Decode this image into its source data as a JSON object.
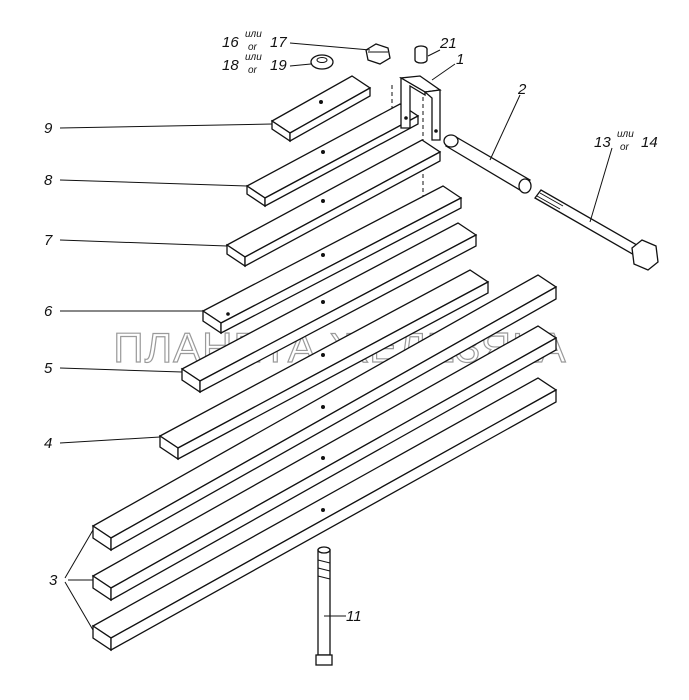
{
  "watermark": "ПЛАНЕТА ЖЕЛЕЗЯКА",
  "labels": {
    "l1": "1",
    "l2": "2",
    "l3": "3",
    "l4": "4",
    "l5": "5",
    "l6": "6",
    "l7": "7",
    "l8": "8",
    "l9": "9",
    "l11": "11",
    "l21": "21",
    "nut_a": "16",
    "nut_a_or": "или",
    "nut_a_or2": "or",
    "nut_a_alt": "17",
    "nut_b": "18",
    "nut_b_or": "или",
    "nut_b_or2": "or",
    "nut_b_alt": "19",
    "bolt_a": "13",
    "bolt_a_or": "или",
    "bolt_a_or2": "or",
    "bolt_a_alt": "14"
  }
}
